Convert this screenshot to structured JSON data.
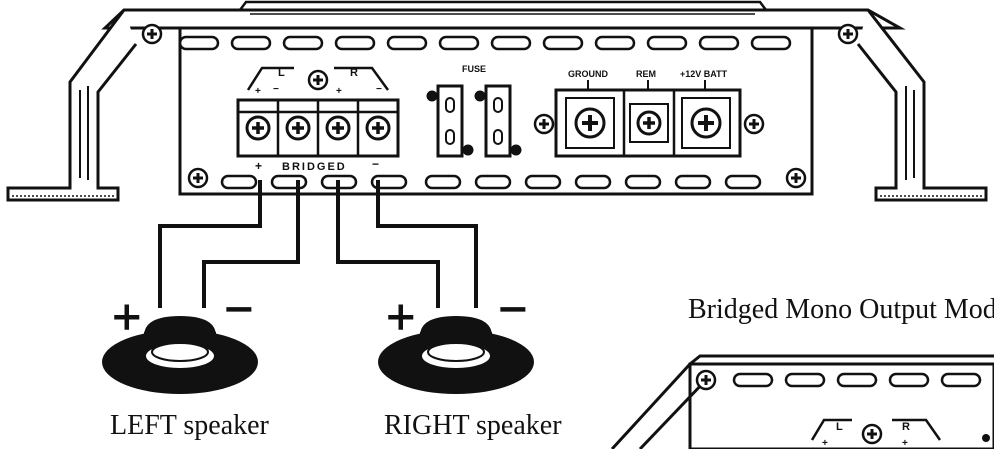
{
  "amp": {
    "channel_left": "L",
    "channel_right": "R",
    "plus": "+",
    "minus": "−",
    "bridged": "BRIDGED",
    "fuse": "FUSE",
    "ground": "GROUND",
    "rem": "REM",
    "batt": "+12V BATT"
  },
  "speakers": {
    "left_label": "LEFT speaker",
    "right_label": "RIGHT speaker",
    "plus": "+",
    "minus": "−"
  },
  "section_title": "Bridged Mono Output Mod",
  "colors": {
    "ink": "#111111",
    "paper": "#ffffff"
  }
}
